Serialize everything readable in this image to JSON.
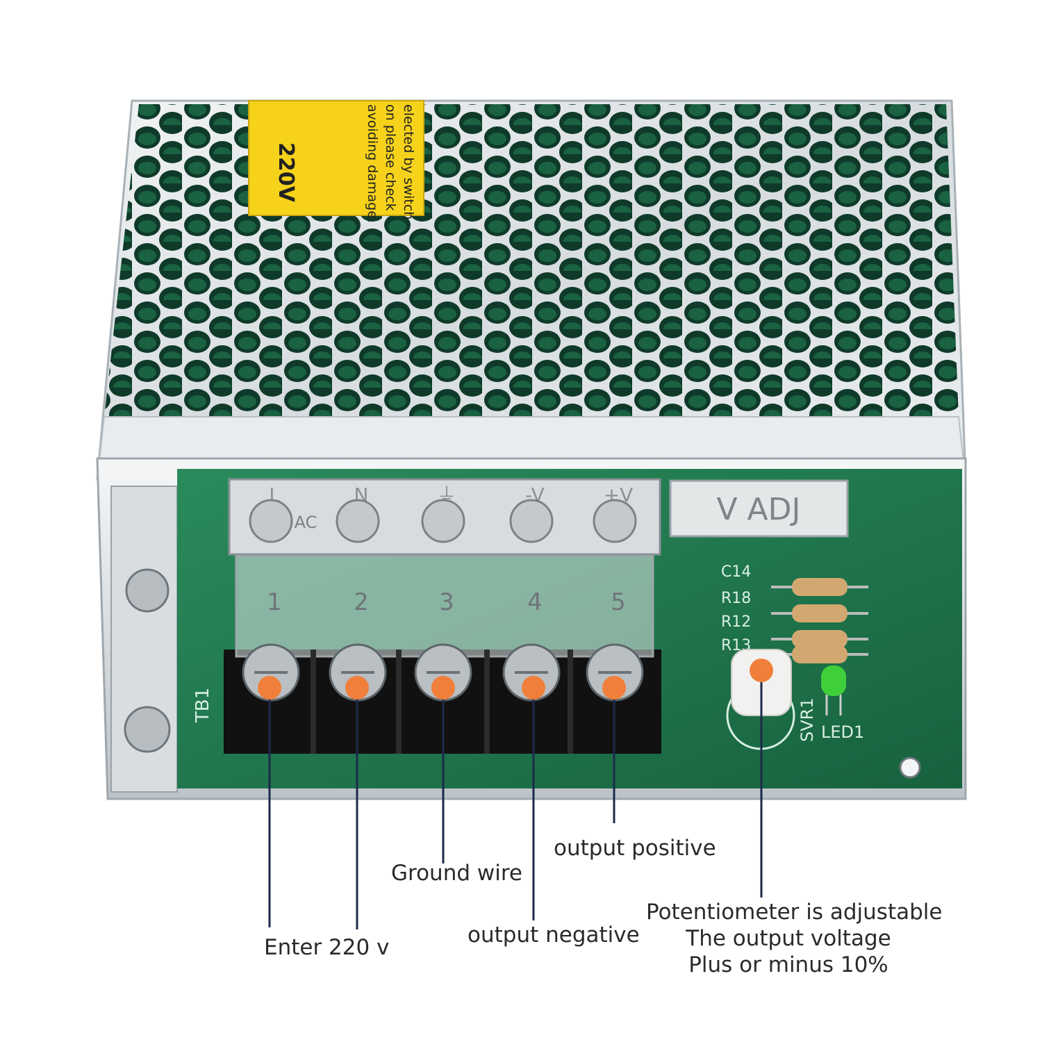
{
  "sticker": {
    "voltage": "220V",
    "lines": [
      "elected by switch",
      "on please check",
      "avoiding damage."
    ]
  },
  "terminal_block": {
    "cover_marks": [
      "L",
      "N",
      "⏚",
      "-V",
      "+V"
    ],
    "screw_marks": [
      "AC",
      "",
      "",
      "",
      ""
    ],
    "numbers": [
      "1",
      "2",
      "3",
      "4",
      "5"
    ]
  },
  "adj_label": "V ADJ",
  "pcb_silkscreen": {
    "tb": "TB1",
    "svr": "SVR1",
    "led": "LED1",
    "refs": [
      "C14",
      "R18",
      "R12",
      "R13"
    ]
  },
  "callouts": {
    "enter_220v": "Enter 220 v",
    "ground_wire": "Ground wire",
    "output_negative": "output negative",
    "output_positive": "output positive",
    "pot_line1": "Potentiometer is adjustable",
    "pot_line2": "The output voltage",
    "pot_line3": "Plus or minus 10%"
  },
  "colors": {
    "callout_dot": "#f07f3c",
    "leader_line": "#1c2a4a",
    "pcb_green": "#1f7a4f",
    "sticker_yellow": "#f6d21b",
    "led_green": "#3fcf3a"
  }
}
